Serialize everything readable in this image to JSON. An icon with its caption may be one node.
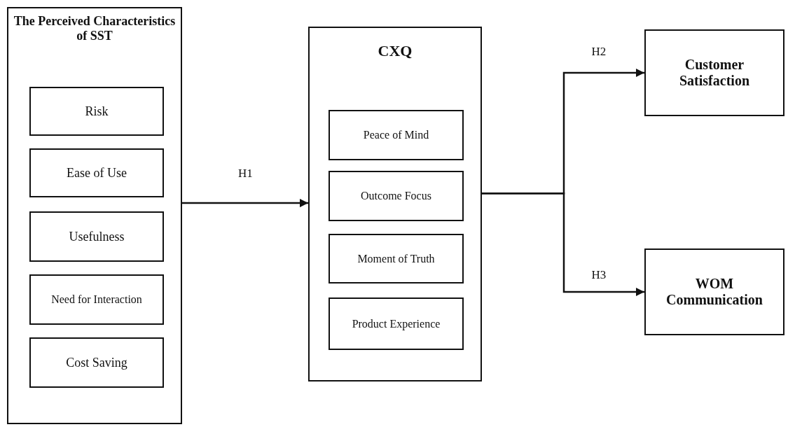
{
  "diagram": {
    "nodes": [
      {
        "text": [
          "The Perceived Characteristics of SST"
        ]
      },
      {
        "text": [
          "Risk"
        ],
        "in": 0
      },
      {
        "text": [
          "Ease of Use"
        ],
        "in": 0
      },
      {
        "text": [
          "Usefulness"
        ],
        "in": 0
      },
      {
        "text": [
          "Need for Interaction"
        ],
        "in": 0
      },
      {
        "text": [
          "Cost Saving"
        ],
        "in": 0
      },
      {
        "text": [
          "CXQ"
        ]
      },
      {
        "text": [
          "Peace of Mind"
        ],
        "in": 6
      },
      {
        "text": [
          "Outcome Focus"
        ],
        "in": 6
      },
      {
        "text": [
          "Moment of Truth"
        ],
        "in": 6
      },
      {
        "text": [
          "Product Experience"
        ],
        "in": 6
      },
      {
        "text": [
          "Customer Satisfaction"
        ]
      },
      {
        "text": [
          "WOM Communication"
        ]
      }
    ],
    "edges": [
      {
        "from": 0,
        "to": 6,
        "arrow": "to",
        "label": "H1"
      },
      {
        "from": 6,
        "to": 11,
        "arrow": "to",
        "label": "H2"
      },
      {
        "from": 6,
        "to": 12,
        "arrow": "to",
        "label": "H3"
      }
    ]
  }
}
